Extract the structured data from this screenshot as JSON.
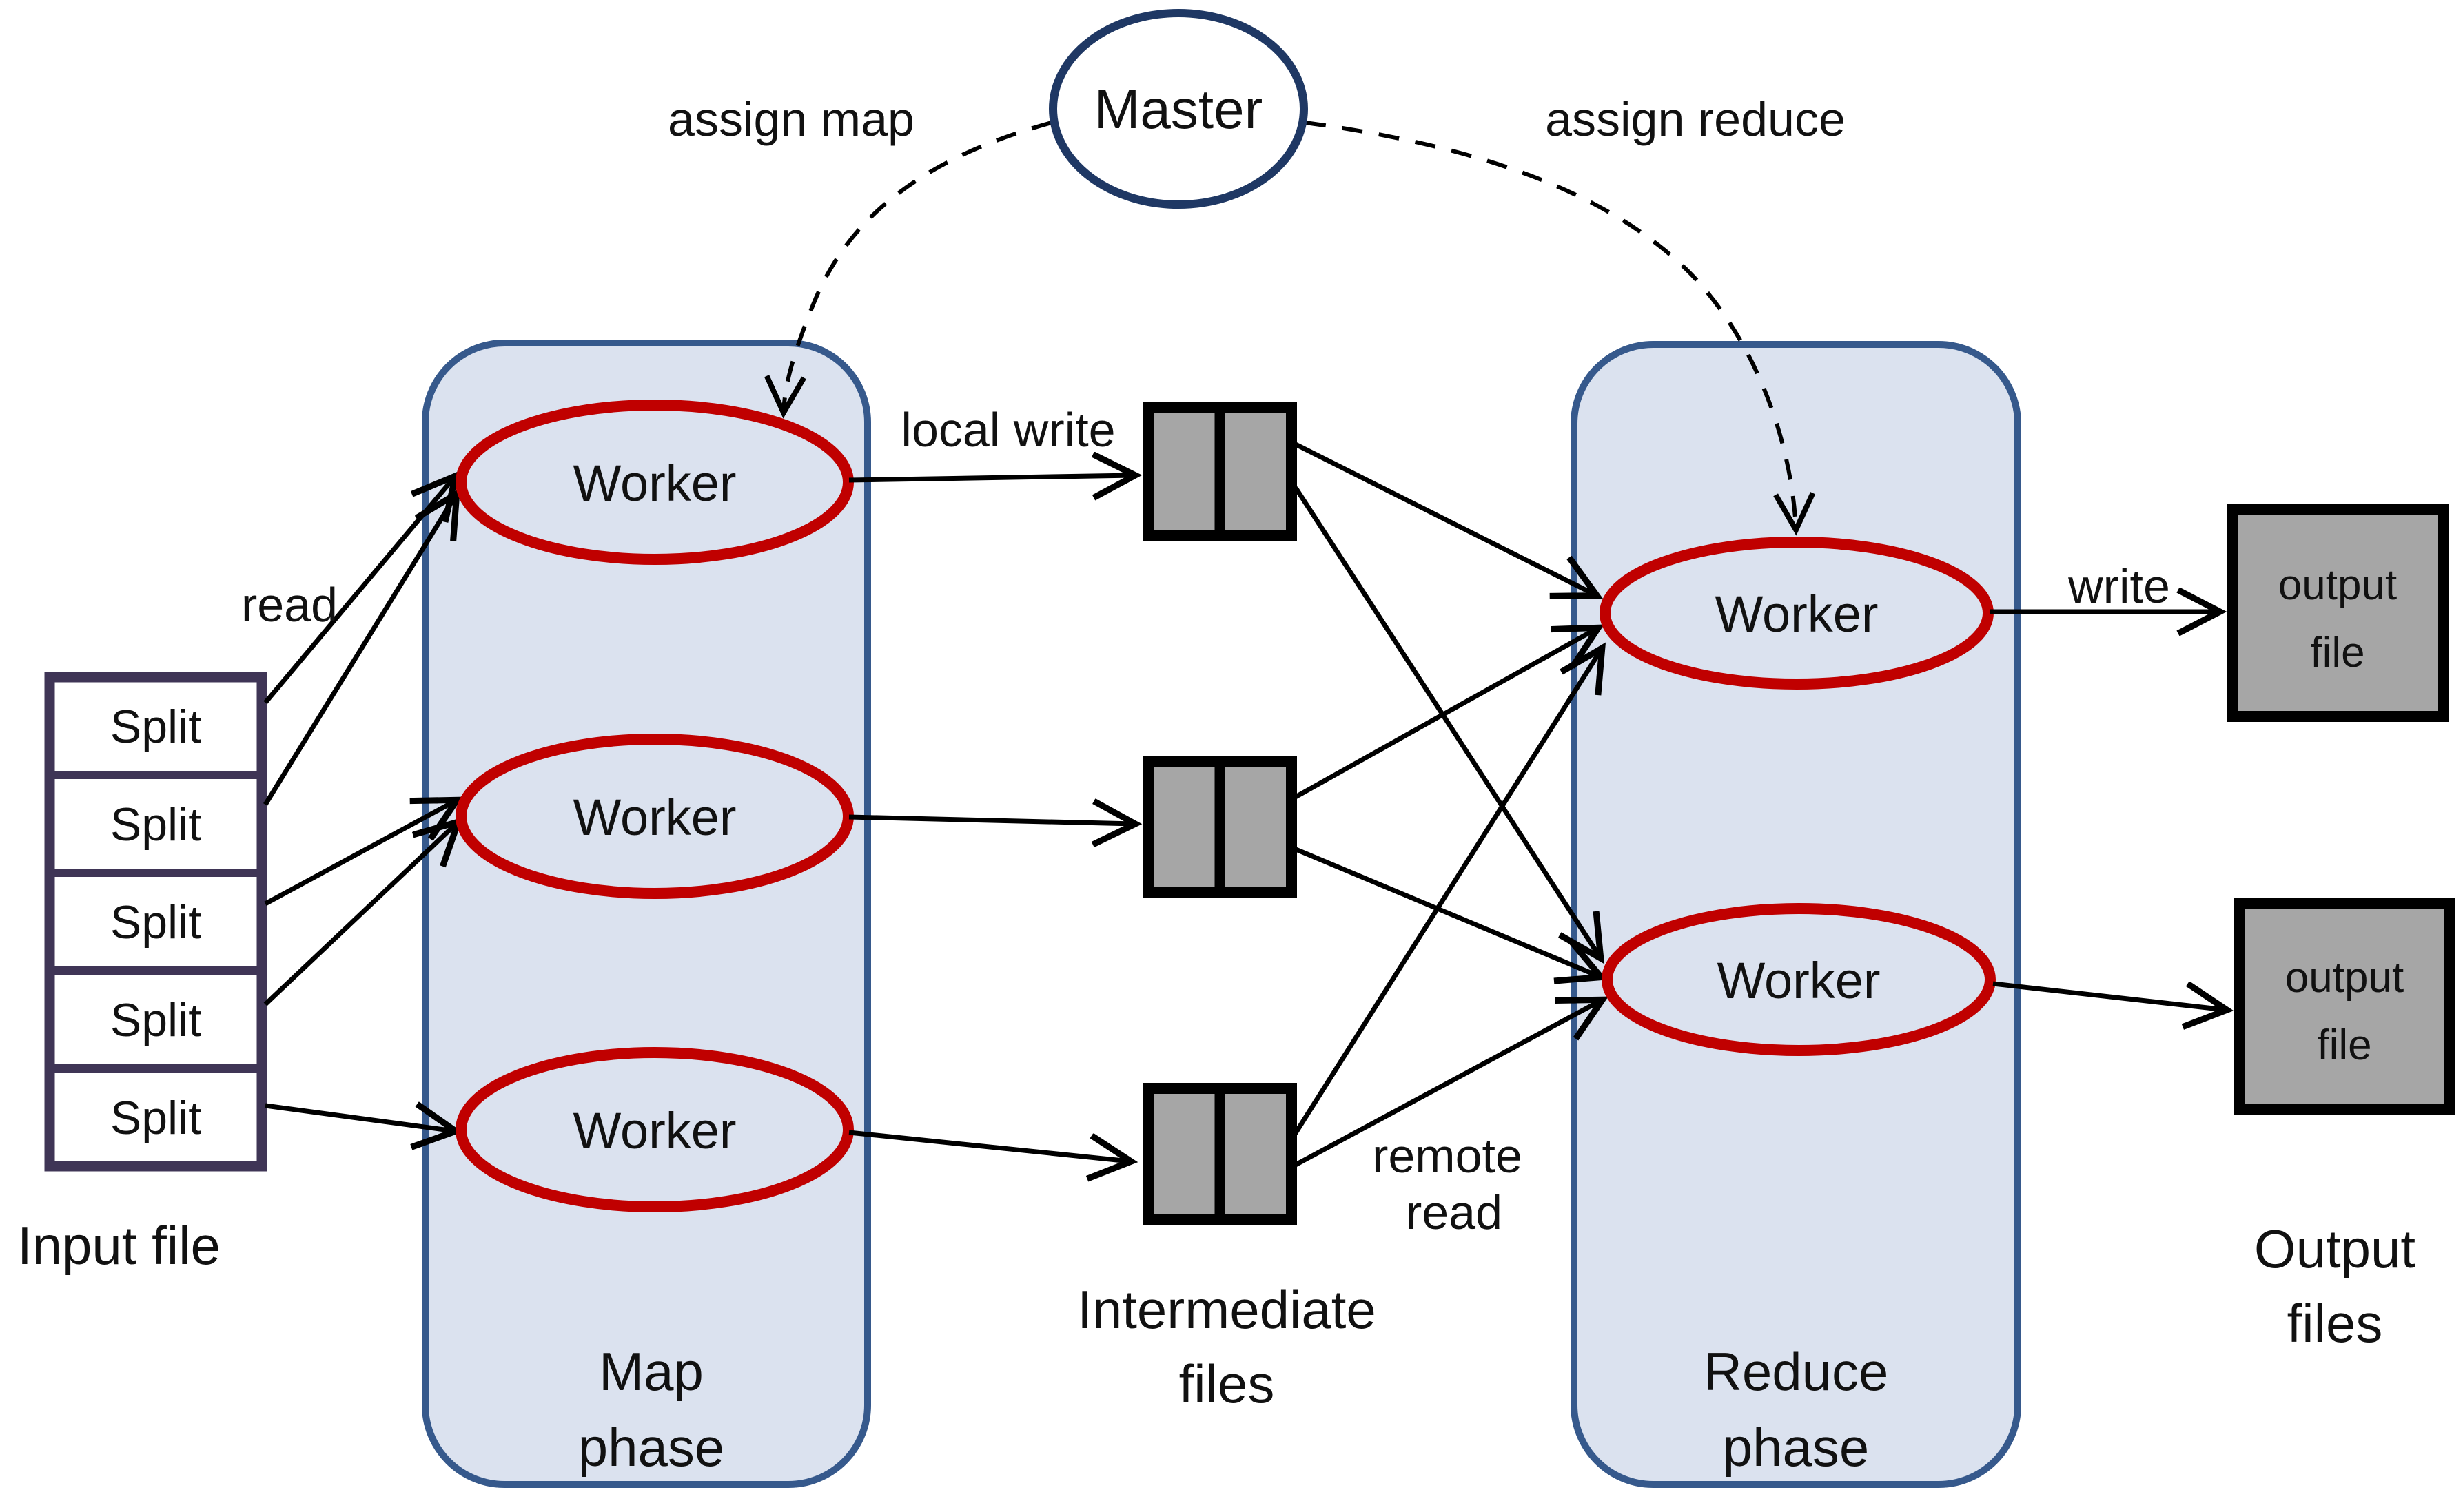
{
  "master": {
    "label": "Master"
  },
  "input": {
    "caption": "Input file",
    "splits": [
      "Split",
      "Split",
      "Split",
      "Split",
      "Split"
    ]
  },
  "map_phase": {
    "caption_line1": "Map",
    "caption_line2": "phase",
    "workers": [
      "Worker",
      "Worker",
      "Worker"
    ]
  },
  "reduce_phase": {
    "caption_line1": "Reduce",
    "caption_line2": "phase",
    "workers": [
      "Worker",
      "Worker"
    ]
  },
  "intermediate": {
    "caption_line1": "Intermediate",
    "caption_line2": "files"
  },
  "output": {
    "caption_line1": "Output",
    "caption_line2": "files",
    "files": [
      {
        "line1": "output",
        "line2": "file"
      },
      {
        "line1": "output",
        "line2": "file"
      }
    ]
  },
  "edge_labels": {
    "read": "read",
    "local_write": "local write",
    "remote_read_line1": "remote",
    "remote_read_line2": "read",
    "write": "write",
    "assign_map": "assign map",
    "assign_reduce": "assign reduce"
  },
  "colors": {
    "phase_fill": "#dbe2ef",
    "phase_border": "#36598c",
    "worker_border": "#c00000",
    "master_border": "#1f3864",
    "split_border": "#3f3556",
    "file_fill": "#a6a6a6",
    "line": "#000000"
  }
}
